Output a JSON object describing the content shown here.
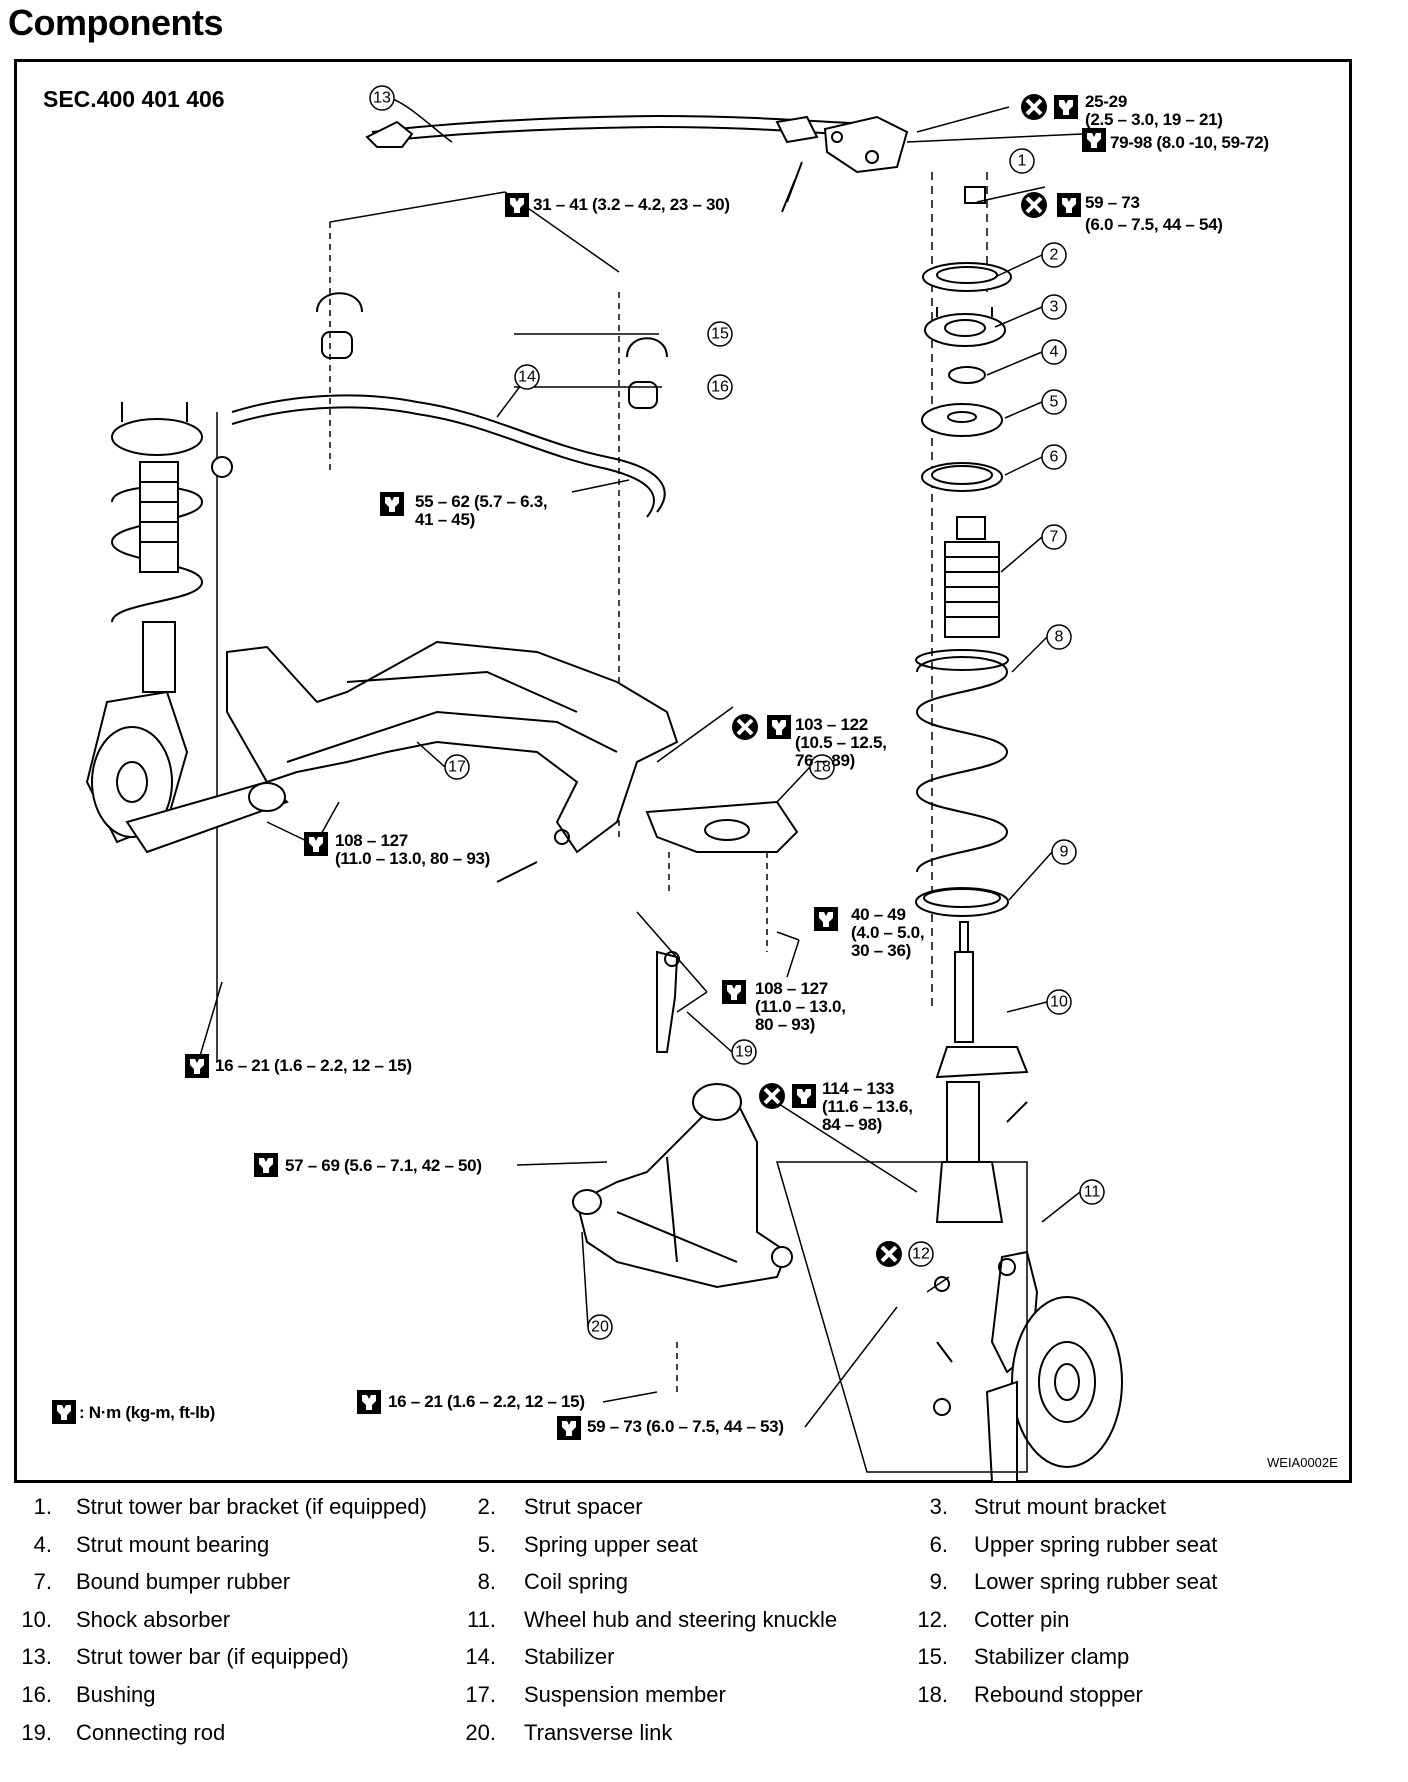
{
  "page_title": "Components",
  "sec_label": "SEC.400 401 406",
  "figure_code": "WEIA0002E",
  "unit_legend": ": N·m (kg-m, ft-lb)",
  "callout_numbers": [
    "1",
    "2",
    "3",
    "4",
    "5",
    "6",
    "7",
    "8",
    "9",
    "10",
    "11",
    "12",
    "13",
    "14",
    "15",
    "16",
    "17",
    "18",
    "19",
    "20"
  ],
  "torques": {
    "t25": [
      "25-29",
      "(2.5 – 3.0, 19 – 21)"
    ],
    "t79": [
      "79-98 (8.0 -10, 59-72)"
    ],
    "t59a": [
      "59 – 73",
      "(6.0 – 7.5, 44 – 54)"
    ],
    "t31": [
      "31 – 41 (3.2 – 4.2, 23 – 30)"
    ],
    "t55": [
      "55 – 62 (5.7 – 6.3,",
      "41 – 45)"
    ],
    "t103": [
      "103 – 122",
      "(10.5 – 12.5,",
      "76 – 89)"
    ],
    "t108a": [
      "108 – 127",
      "(11.0 – 13.0, 80 – 93)"
    ],
    "t40": [
      "40 – 49",
      "(4.0 – 5.0,",
      "30 – 36)"
    ],
    "t108b": [
      "108 – 127",
      "(11.0 – 13.0,",
      "80 – 93)"
    ],
    "t16a": [
      "16 – 21 (1.6 – 2.2, 12 – 15)"
    ],
    "t114": [
      "114 – 133",
      "(11.6 – 13.6,",
      "84 – 98)"
    ],
    "t57": [
      "57 – 69 (5.6 – 7.1, 42 – 50)"
    ],
    "t16b": [
      "16 – 21 (1.6 – 2.2, 12 – 15)"
    ],
    "t59b": [
      "59 – 73 (6.0 – 7.5, 44 – 53)"
    ]
  },
  "legend": [
    {
      "num": "1.",
      "label": "Strut tower bar bracket (if equipped)"
    },
    {
      "num": "2.",
      "label": "Strut spacer"
    },
    {
      "num": "3.",
      "label": "Strut mount bracket"
    },
    {
      "num": "4.",
      "label": "Strut mount bearing"
    },
    {
      "num": "5.",
      "label": "Spring upper seat"
    },
    {
      "num": "6.",
      "label": "Upper spring rubber seat"
    },
    {
      "num": "7.",
      "label": "Bound bumper rubber"
    },
    {
      "num": "8.",
      "label": "Coil spring"
    },
    {
      "num": "9.",
      "label": "Lower spring rubber seat"
    },
    {
      "num": "10.",
      "label": "Shock absorber"
    },
    {
      "num": "11.",
      "label": "Wheel hub and steering knuckle"
    },
    {
      "num": "12.",
      "label": "Cotter pin"
    },
    {
      "num": "13.",
      "label": "Strut tower bar (if equipped)"
    },
    {
      "num": "14.",
      "label": "Stabilizer"
    },
    {
      "num": "15.",
      "label": "Stabilizer clamp"
    },
    {
      "num": "16.",
      "label": "Bushing"
    },
    {
      "num": "17.",
      "label": "Suspension member"
    },
    {
      "num": "18.",
      "label": "Rebound stopper"
    },
    {
      "num": "19.",
      "label": "Connecting rod"
    },
    {
      "num": "20.",
      "label": "Transverse link"
    }
  ]
}
